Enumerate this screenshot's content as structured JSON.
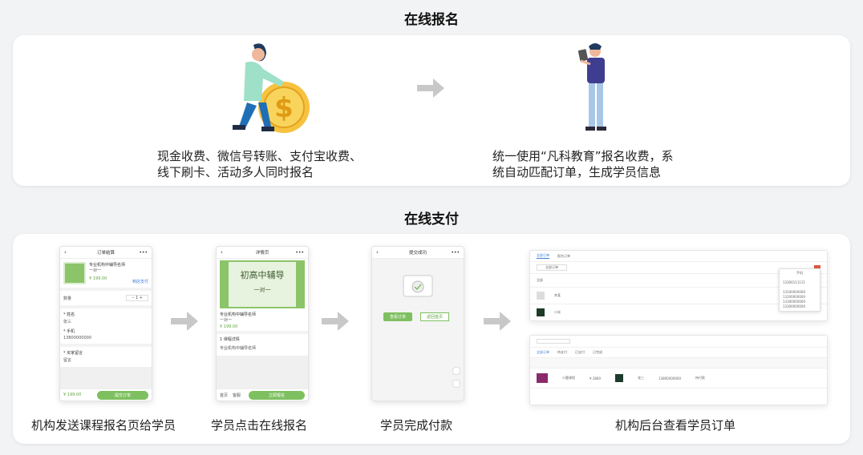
{
  "sections": {
    "online_signup": {
      "title": "在线报名",
      "left_caption_line1": "现金收费、微信号转账、支付宝收费、",
      "left_caption_line2": "线下刷卡、活动多人同时报名",
      "right_caption_line1": "统一使用“凡科教育”报名收费，系",
      "right_caption_line2": "统自动匹配订单，生成学员信息"
    },
    "online_payment": {
      "title": "在线支付",
      "steps": [
        {
          "caption": "机构发送课程报名页给学员"
        },
        {
          "caption": "学员点击在线报名"
        },
        {
          "caption": "学员完成付款"
        },
        {
          "caption": "机构后台查看学员订单"
        }
      ]
    }
  },
  "phone1": {
    "title": "订单结算",
    "course": "专业机构中辅导名师",
    "sub": "一对一",
    "price": "¥ 199.00",
    "tag": "到店支付",
    "count_label": "数量",
    "count": "1",
    "name_label": "* 姓名",
    "name_value": "张三",
    "phone_label": "* 手机",
    "phone_value": "13800000000",
    "remark_label": "* 买家留言",
    "remark_value": "留言",
    "total": "¥ 199.00",
    "submit": "提交订单"
  },
  "phone2": {
    "title": "详情页",
    "banner": "初高中辅导",
    "banner_sub": "一对一",
    "course": "专业机构中辅导名师",
    "sub": "一对一",
    "price": "¥ 199.00",
    "detail_label": "1 课程详情",
    "detail_text": "专业机构中辅导名师",
    "icon1": "首页",
    "icon2": "客服",
    "cta": "立即报名"
  },
  "phone3": {
    "title": "提交成功",
    "btn1": "查看订单",
    "btn2": "返回首页"
  },
  "admin1": {
    "tab1": "全部订单",
    "tab2": "报名订单",
    "filter": "全部订单",
    "phone_label": "手机",
    "phones": [
      "13300111111",
      "13100000000",
      "13200000000",
      "13300000000",
      "13300000000"
    ],
    "rows": [
      "全部",
      "李某",
      "小米"
    ]
  },
  "admin2": {
    "tabs": [
      "全部订单",
      "待支付",
      "已支付",
      "已完成"
    ],
    "product": "小鹿课程",
    "price": "¥ 2800",
    "customer": "张三",
    "phone": "13800000000",
    "status": "待付款"
  }
}
